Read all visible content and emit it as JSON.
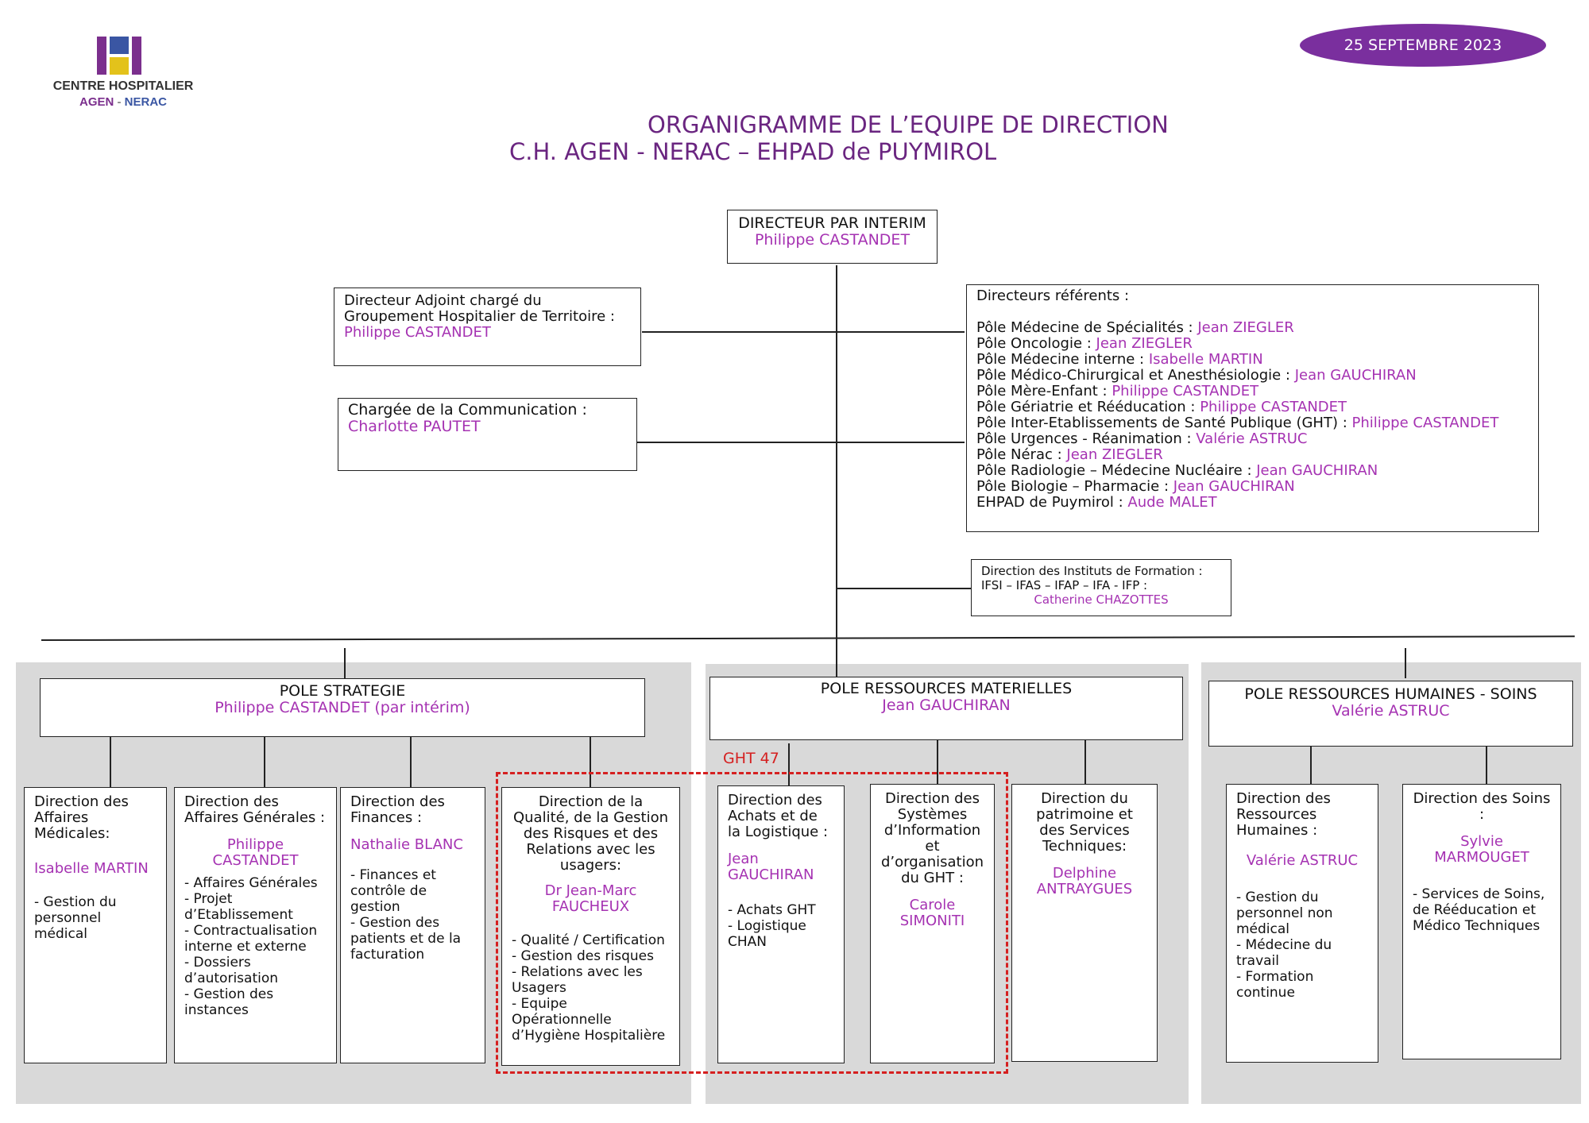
{
  "logo": {
    "line1": "CENTRE HOSPITALIER",
    "line2a": "AGEN",
    "sep": " - ",
    "line2b": "NERAC",
    "colors": {
      "purple": "#7b2f8d",
      "blue": "#3a56a3",
      "yellow": "#e3c21b"
    }
  },
  "date_badge": "25 SEPTEMBRE 2023",
  "title": {
    "line1": "ORGANIGRAMME DE L’EQUIPE DE DIRECTION",
    "line2": "C.H. AGEN - NERAC – EHPAD de PUYMIROL"
  },
  "director": {
    "label": "DIRECTEUR PAR INTERIM",
    "name": "Philippe CASTANDET"
  },
  "adjoint": {
    "label": "Directeur Adjoint chargé du Groupement Hospitalier de Territoire :",
    "name": "Philippe CASTANDET"
  },
  "communication": {
    "label": "Chargée de la Communication :",
    "name": "Charlotte PAUTET"
  },
  "referents": {
    "heading": "Directeurs référents :",
    "items": [
      {
        "pole": "Pôle Médecine de Spécialités : ",
        "name": "Jean ZIEGLER"
      },
      {
        "pole": "Pôle Oncologie : ",
        "name": "Jean ZIEGLER"
      },
      {
        "pole": "Pôle Médecine interne : ",
        "name": "Isabelle MARTIN"
      },
      {
        "pole": "Pôle Médico-Chirurgical et Anesthésiologie : ",
        "name": "Jean GAUCHIRAN"
      },
      {
        "pole": "Pôle Mère-Enfant : ",
        "name": "Philippe CASTANDET"
      },
      {
        "pole": "Pôle Gériatrie et Rééducation : ",
        "name": "Philippe CASTANDET"
      },
      {
        "pole": "Pôle Inter-Etablissements de Santé Publique (GHT) : ",
        "name": "Philippe CASTANDET"
      },
      {
        "pole": "Pôle Urgences - Réanimation : ",
        "name": "Valérie ASTRUC"
      },
      {
        "pole": "Pôle Nérac : ",
        "name": "Jean ZIEGLER"
      },
      {
        "pole": "Pôle Radiologie – Médecine Nucléaire : ",
        "name": "Jean GAUCHIRAN"
      },
      {
        "pole": "Pôle Biologie – Pharmacie : ",
        "name": "Jean GAUCHIRAN"
      },
      {
        "pole": "EHPAD de Puymirol : ",
        "name": "Aude MALET"
      }
    ]
  },
  "instituts": {
    "line1": "Direction des Instituts de Formation :",
    "line2": "IFSI – IFAS – IFAP – IFA - IFP :",
    "name": "Catherine CHAZOTTES"
  },
  "poles": {
    "strategie": {
      "title": "POLE STRATEGIE",
      "name": "Philippe CASTANDET (par intérim)"
    },
    "materielles": {
      "title": "POLE RESSOURCES MATERIELLES",
      "name": "Jean GAUCHIRAN"
    },
    "rh": {
      "title": "POLE RESSOURCES HUMAINES - SOINS",
      "name": "Valérie ASTRUC"
    }
  },
  "ght_label": "GHT 47",
  "directions": {
    "affaires_medicales": {
      "title": "Direction des Affaires Médicales:",
      "name": "Isabelle MARTIN",
      "items": [
        "- Gestion du\n   personnel médical"
      ]
    },
    "affaires_generales": {
      "title": "Direction des Affaires Générales :",
      "name": "Philippe CASTANDET",
      "items": [
        "-  Affaires  Générales",
        "- Projet d’Etablissement",
        "  - Contractualisation\n    interne et externe",
        "- Dossiers d’autorisation",
        "- Gestion des instances"
      ]
    },
    "finances": {
      "title": "Direction des Finances :",
      "name": "Nathalie BLANC",
      "items": [
        "- Finances et contrôle de gestion",
        "- Gestion des\n  patients et de la facturation"
      ]
    },
    "qualite": {
      "title": "Direction de la Qualité, de la Gestion des Risques et des Relations avec les usagers:",
      "name": "Dr Jean-Marc FAUCHEUX",
      "items": [
        "- Qualité / Certification",
        "- Gestion des risques",
        "- Relations avec les Usagers",
        "  - Equipe Opérationnelle\n    d’Hygiène Hospitalière"
      ]
    },
    "achats": {
      "title": "Direction des Achats et de la Logistique :",
      "name": "Jean GAUCHIRAN",
      "items": [
        "- Achats GHT",
        "- Logistique CHAN"
      ]
    },
    "systemes": {
      "title": "Direction des Systèmes d’Information et d’organisation du GHT :",
      "name": "Carole SIMONITI",
      "items": []
    },
    "patrimoine": {
      "title": "Direction du patrimoine et des Services Techniques:",
      "name": "Delphine ANTRAYGUES",
      "items": []
    },
    "rh": {
      "title": "Direction des Ressources Humaines :",
      "name": "Valérie ASTRUC",
      "items": [
        "- Gestion du\n  personnel non médical",
        "- Médecine du travail",
        "- Formation continue"
      ]
    },
    "soins": {
      "title": "Direction des Soins :",
      "name": "Sylvie MARMOUGET",
      "items": [
        "- Services de Soins,\n de Rééducation et\n Médico Techniques"
      ]
    }
  }
}
